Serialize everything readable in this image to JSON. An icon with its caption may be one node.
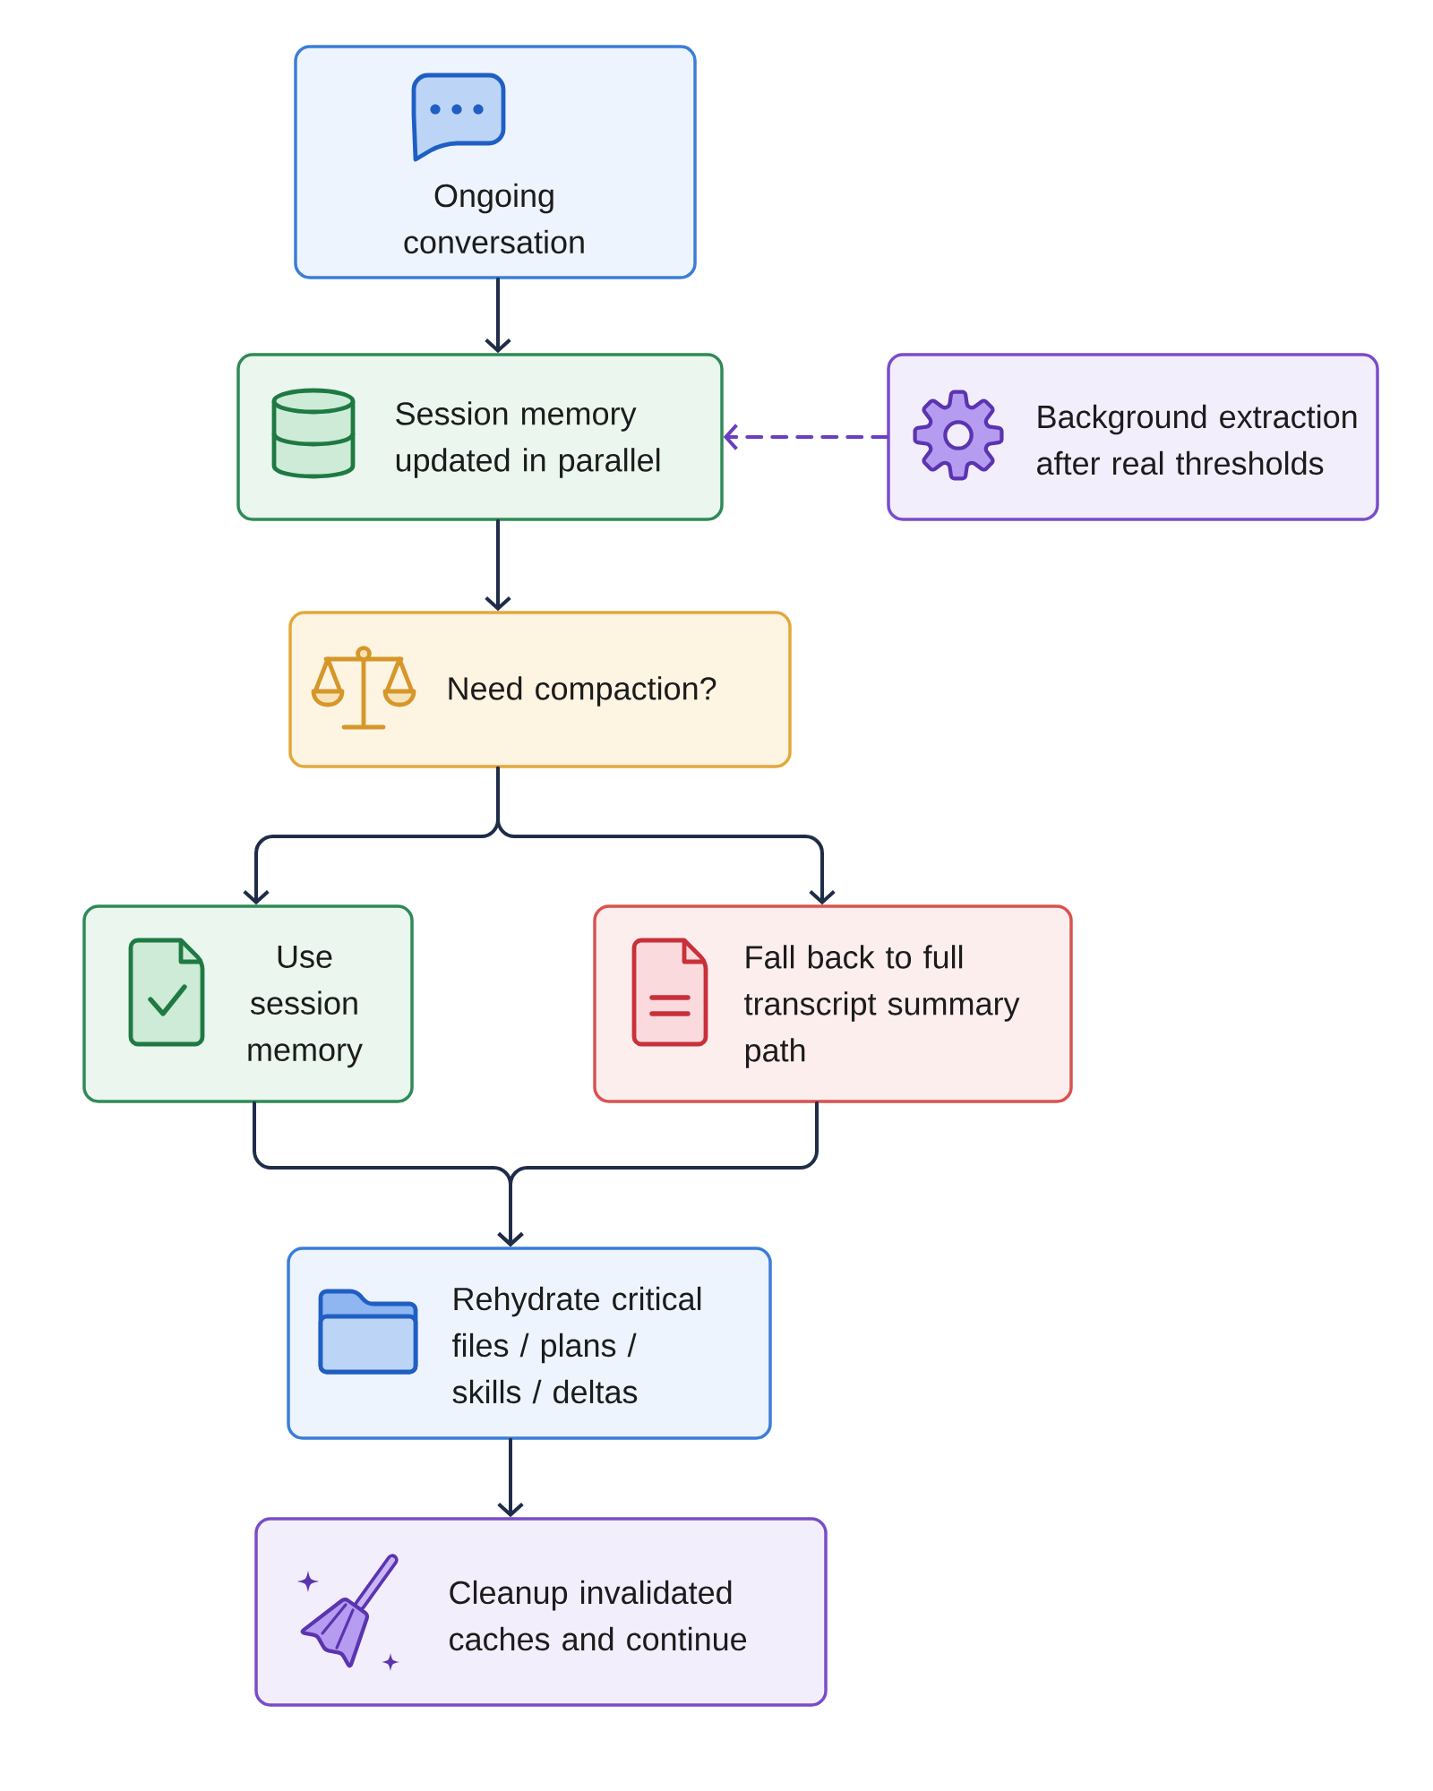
{
  "diagram": {
    "nodes": [
      {
        "text": [
          "Ongoing conversation"
        ]
      },
      {
        "text": [
          "Session memory updated in parallel"
        ]
      },
      {
        "text": [
          "Background extraction after real thresholds"
        ]
      },
      {
        "text": [
          "Need compaction?"
        ]
      },
      {
        "text": [
          "Use session memory"
        ]
      },
      {
        "text": [
          "Fall back to full transcript summary path"
        ]
      },
      {
        "text": [
          "Rehydrate critical files / plans / skills / deltas"
        ]
      },
      {
        "text": [
          "Cleanup invalidated caches and continue"
        ]
      }
    ],
    "edges": [
      {
        "from": 0,
        "to": 1,
        "arrow": "to"
      },
      {
        "from": 2,
        "to": 1,
        "arrow": "to",
        "style": "dashed",
        "color": "#6a3fbf"
      },
      {
        "from": 1,
        "to": 3,
        "arrow": "to"
      },
      {
        "from": 3,
        "to": 4,
        "arrow": "to"
      },
      {
        "from": 3,
        "to": 5,
        "arrow": "to"
      },
      {
        "from": 4,
        "to": 6,
        "arrow": "to"
      },
      {
        "from": 5,
        "to": 6,
        "arrow": "to"
      },
      {
        "from": 6,
        "to": 7,
        "arrow": "to"
      }
    ]
  }
}
